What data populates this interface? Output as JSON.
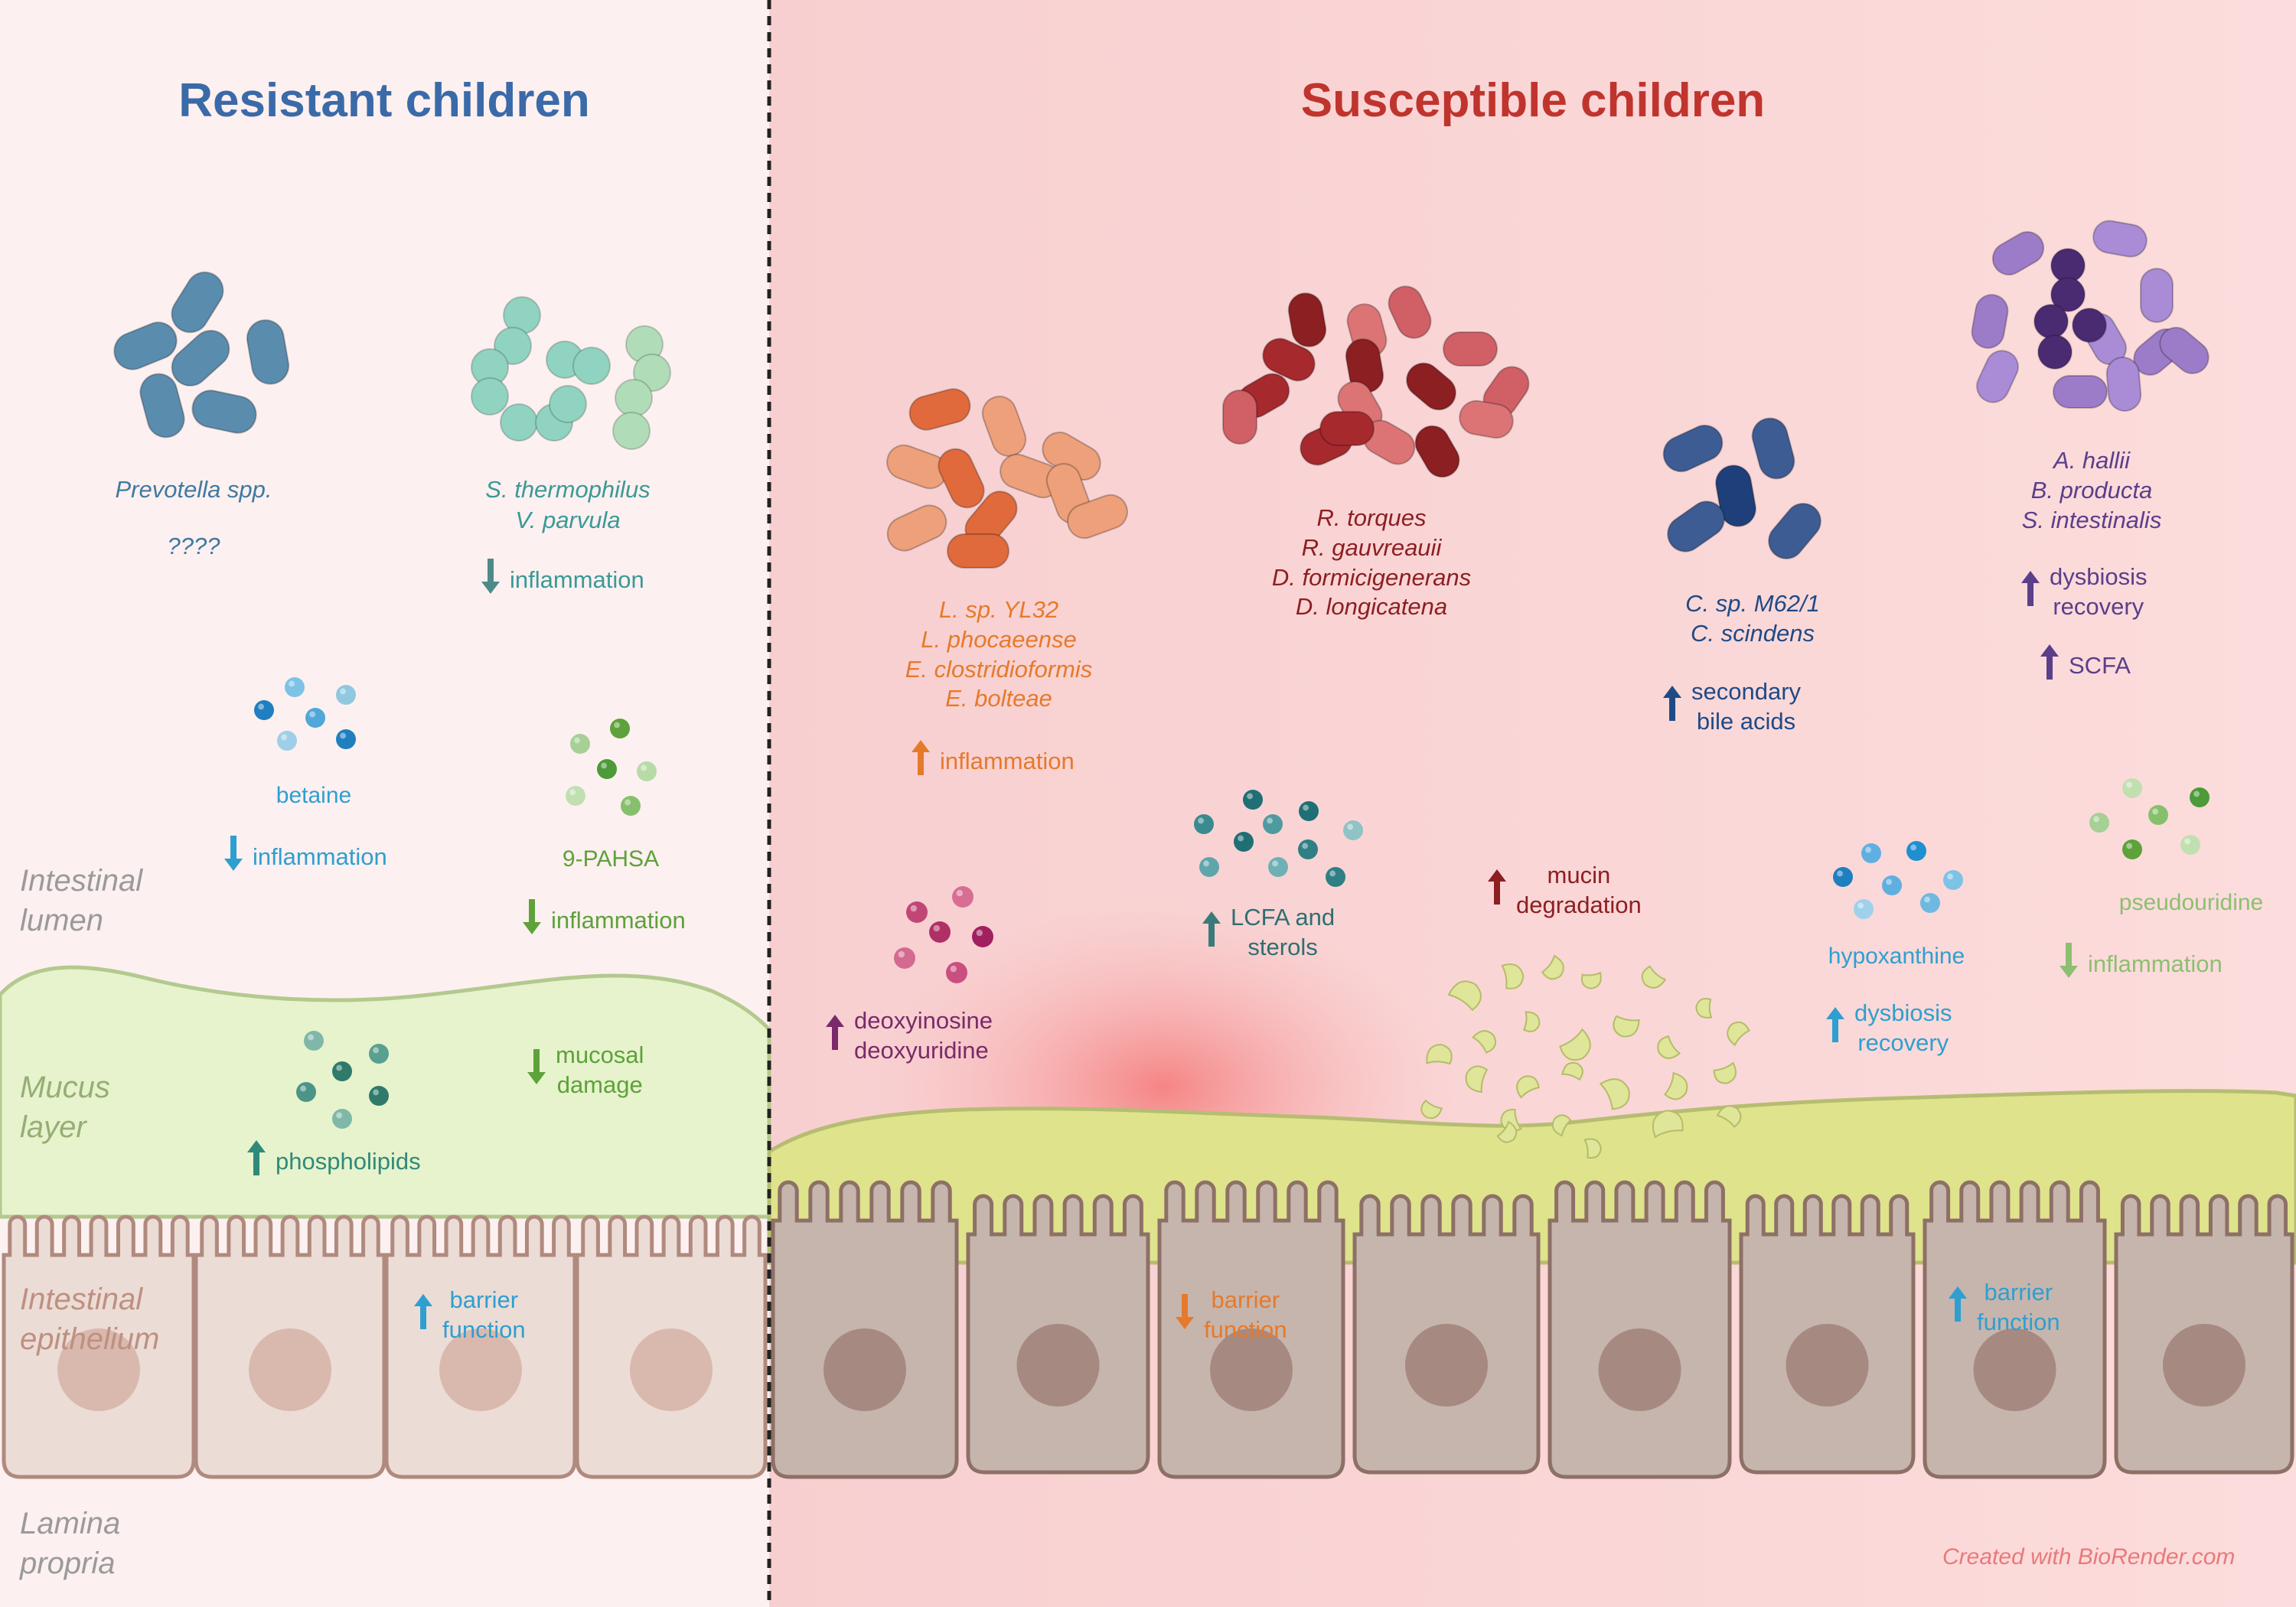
{
  "titles": {
    "resistant": "Resistant children",
    "susceptible": "Susceptible children"
  },
  "zones": {
    "lumen": [
      "Intestinal",
      "lumen"
    ],
    "mucus": [
      "Mucus",
      "layer"
    ],
    "epithelium": [
      "Intestinal",
      "epithelium"
    ],
    "lamina": [
      "Lamina",
      "propria"
    ]
  },
  "resistant": {
    "prevotella": {
      "name": "Prevotella spp.",
      "note": "????"
    },
    "strep": {
      "names": [
        "S. thermophilus",
        "V. parvula"
      ],
      "effect": "inflammation",
      "direction": "down"
    },
    "betaine": {
      "name": "betaine",
      "effect": "inflammation",
      "direction": "down"
    },
    "pahsa": {
      "name": "9-PAHSA",
      "effect": "inflammation",
      "direction": "down"
    },
    "mucosal": {
      "effect": [
        "mucosal",
        "damage"
      ],
      "direction": "down"
    },
    "phospholipids": {
      "effect": "phospholipids",
      "direction": "up"
    },
    "barrier": {
      "effect": [
        "barrier",
        "function"
      ],
      "direction": "up"
    }
  },
  "susceptible": {
    "lachno": {
      "names": [
        "L. sp. YL32",
        "L. phocaeense",
        "E. clostridioformis",
        "E. bolteae"
      ],
      "effect": "inflammation",
      "direction": "up"
    },
    "torques": {
      "names": [
        "R. torques",
        "R. gauvreauii",
        "D. formicigenerans",
        "D. longicatena"
      ]
    },
    "clostridium": {
      "names": [
        "C. sp. M62/1",
        "C. scindens"
      ],
      "effect": [
        "secondary",
        "bile acids"
      ],
      "direction": "up"
    },
    "hallii": {
      "names": [
        "A. hallii",
        "B. producta",
        "S. intestinalis"
      ],
      "effect1": [
        "dysbiosis",
        "recovery"
      ],
      "effect2": "SCFA",
      "direction": "up"
    },
    "deoxy": {
      "effect": [
        "deoxyinosine",
        "deoxyuridine"
      ],
      "direction": "up"
    },
    "lcfa": {
      "effect": [
        "LCFA and",
        "sterols"
      ],
      "direction": "up"
    },
    "mucin": {
      "effect": [
        "mucin",
        "degradation"
      ],
      "direction": "up"
    },
    "hypoxanthine": {
      "name": "hypoxanthine",
      "effect": [
        "dysbiosis",
        "recovery"
      ],
      "direction": "up"
    },
    "pseudouridine": {
      "name": "pseudouridine",
      "effect": "inflammation",
      "direction": "down"
    },
    "barrier_down": {
      "effect": [
        "barrier",
        "function"
      ],
      "direction": "down"
    },
    "barrier_up": {
      "effect": [
        "barrier",
        "function"
      ],
      "direction": "up"
    }
  },
  "credit": "Created with BioRender.com",
  "colors": {
    "resistant_title": "#3a6aa8",
    "susceptible_title": "#c0342e",
    "prevotella": "#4f86a6",
    "strep": "#3a9a96",
    "betaine": "#2f9fd0",
    "pahsa": "#5da23a",
    "phospholipid": "#2f8a7a",
    "lachno": "#e57a2b",
    "torques": "#8c1f22",
    "clostridium": "#1f4a86",
    "hallii": "#5a3f8a",
    "deoxy": "#7a2a6a",
    "lcfa": "#2f7a7a",
    "pseudouridine": "#8cc070"
  }
}
